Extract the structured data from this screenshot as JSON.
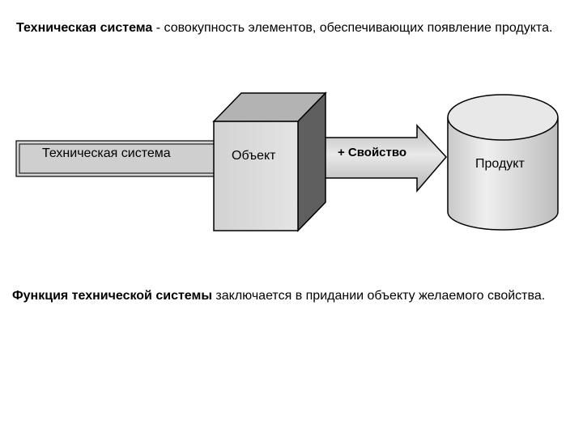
{
  "definition": {
    "term": "Техническая система",
    "separator": " - ",
    "text": "совокупность элементов, обеспечивающих появление продукта."
  },
  "diagram": {
    "system_label": "Техническая система",
    "object_label": "Объект",
    "property_label": "+ Свойство",
    "product_label": "Продукт"
  },
  "function": {
    "term": "Функция технической системы",
    "text": " заключается в придании объекту желаемого свойства."
  }
}
